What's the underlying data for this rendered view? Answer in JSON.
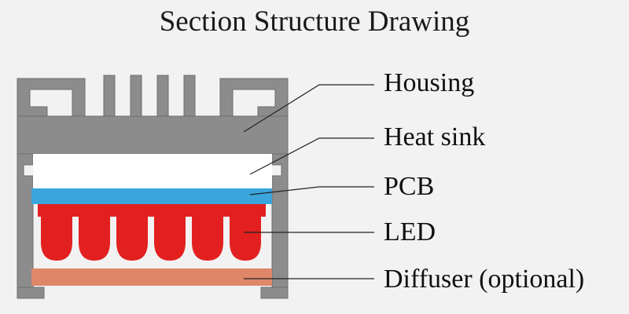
{
  "title": "Section Structure Drawing",
  "labels": {
    "housing": "Housing",
    "heat_sink": "Heat sink",
    "pcb": "PCB",
    "led": "LED",
    "diffuser": "Diffuser (optional)"
  },
  "colors": {
    "background": "#f2f2f2",
    "housing": "#8c8c8c",
    "housing_edge": "#6e6e6e",
    "pcb": "#3aa6dc",
    "led": "#e32020",
    "diffuser": "#e0876a",
    "leader_line": "#222222"
  }
}
